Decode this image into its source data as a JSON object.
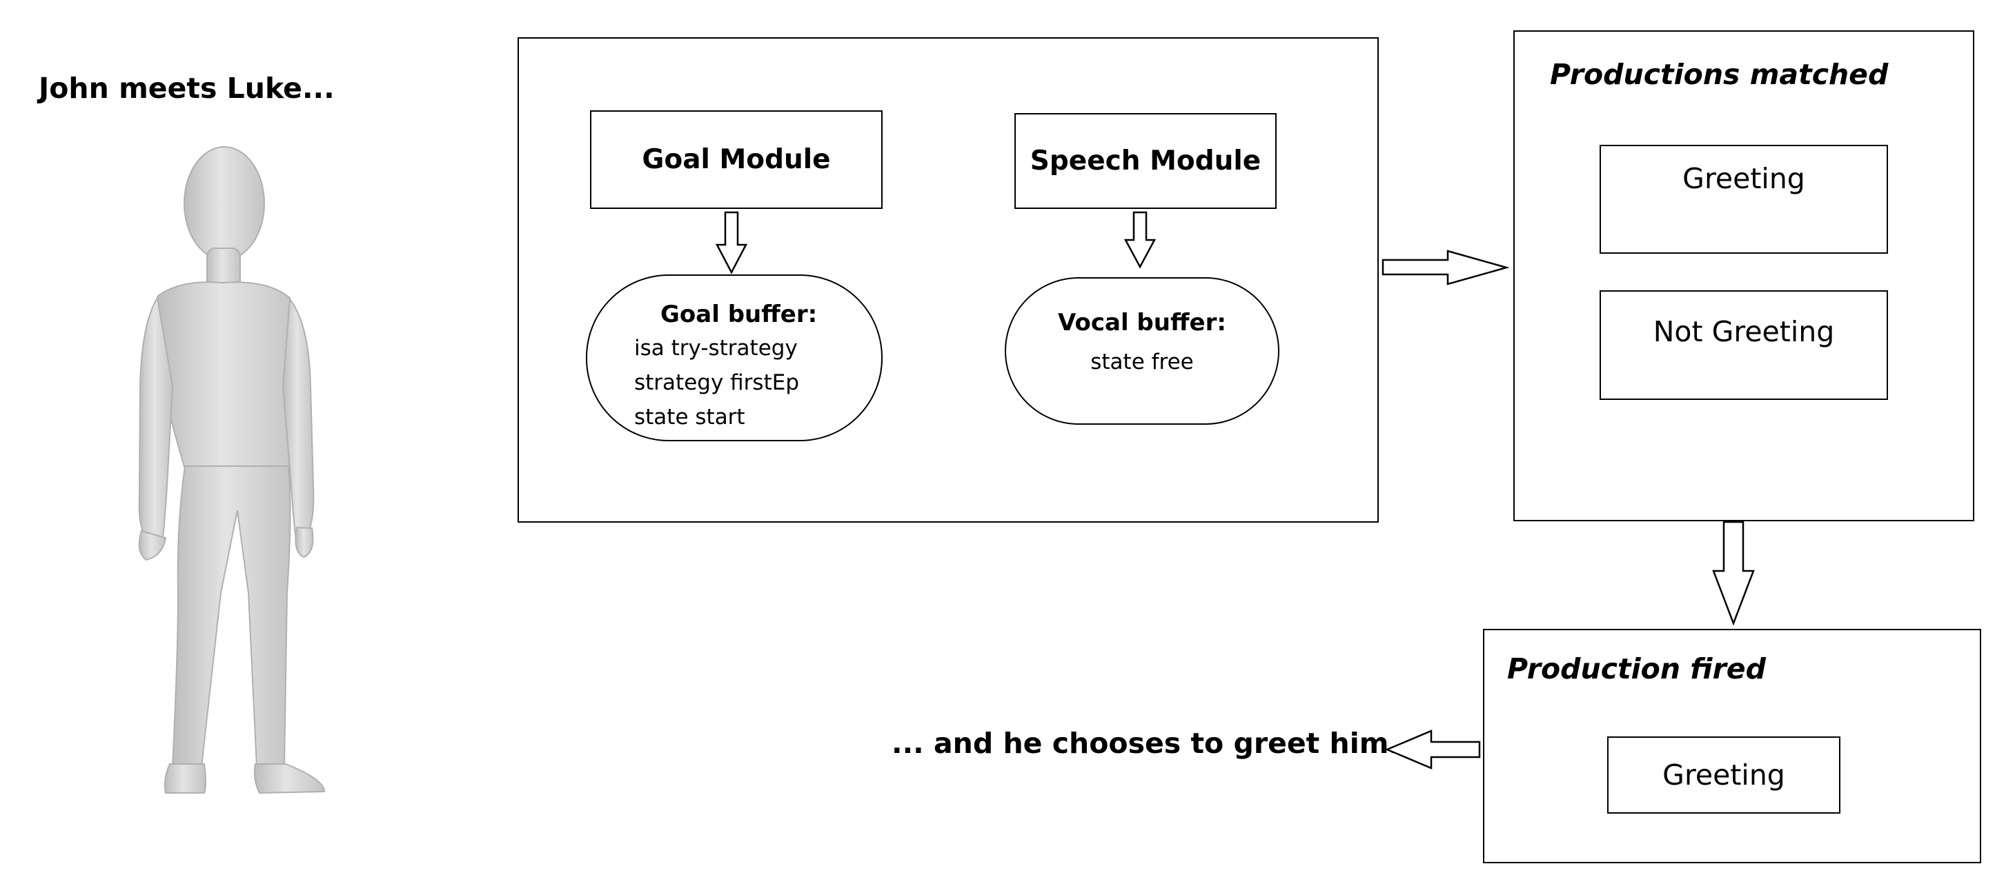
{
  "caption_top": "John meets Luke...",
  "caption_bottom": "... and he chooses to greet him.",
  "modules": {
    "goal_module": "Goal Module",
    "speech_module": "Speech Module"
  },
  "goal_buffer": {
    "title": "Goal buffer:",
    "lines": [
      "isa try-strategy",
      "strategy firstEp",
      "state start"
    ]
  },
  "vocal_buffer": {
    "title": "Vocal buffer:",
    "lines": [
      "state free"
    ]
  },
  "productions_matched": {
    "title": "Productions matched",
    "items": [
      "Greeting",
      "Not Greeting"
    ]
  },
  "production_fired": {
    "title": "Production fired",
    "item": "Greeting"
  },
  "colors": {
    "stroke": "#000000",
    "figure": "#d9d9d9"
  }
}
